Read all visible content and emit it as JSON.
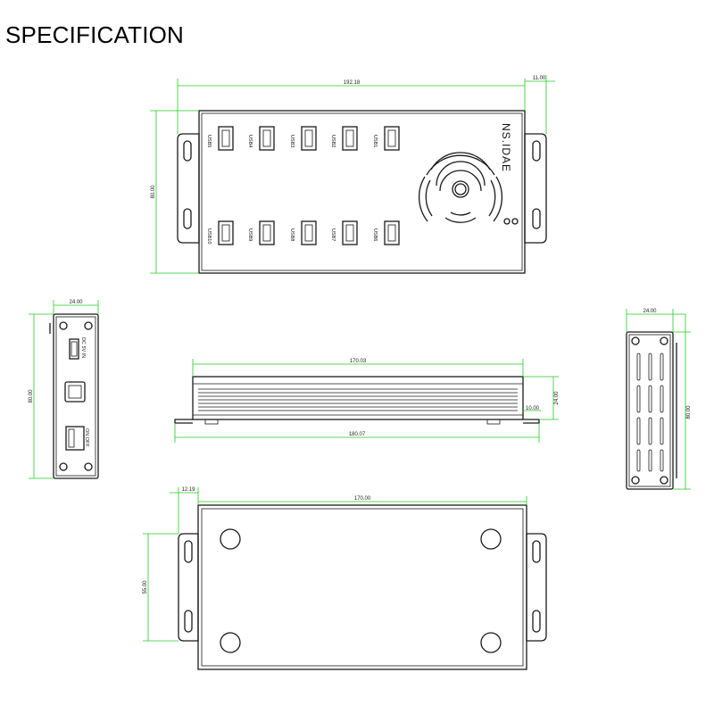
{
  "title": "SPECIFICATION",
  "brand": "NS.IDAE",
  "colors": {
    "outline": "#1a1a1a",
    "dimension": "#22cc22",
    "text": "#222222"
  },
  "top_view": {
    "ports_top_row": [
      "USB5",
      "USB4",
      "USB3",
      "USB2",
      "USB1"
    ],
    "ports_bottom_row": [
      "USB10",
      "USB9",
      "USB8",
      "USB7",
      "USB6"
    ],
    "dims": {
      "length": "192.18",
      "ear": "11.00",
      "height": "80.00"
    }
  },
  "left_view": {
    "dims": {
      "width": "24.00",
      "height": "80.00"
    },
    "labels": {
      "power": "DC 5V IN",
      "switch": "ON OFF"
    }
  },
  "front_view": {
    "dims": {
      "inner": "170.03",
      "total": "180.07",
      "foot": "10.00",
      "height": "24.00"
    }
  },
  "right_view": {
    "dims": {
      "width": "24.00",
      "height": "80.00"
    }
  },
  "bottom_view": {
    "dims": {
      "ear": "12.19",
      "length": "170.00",
      "holes": "55.00"
    }
  }
}
